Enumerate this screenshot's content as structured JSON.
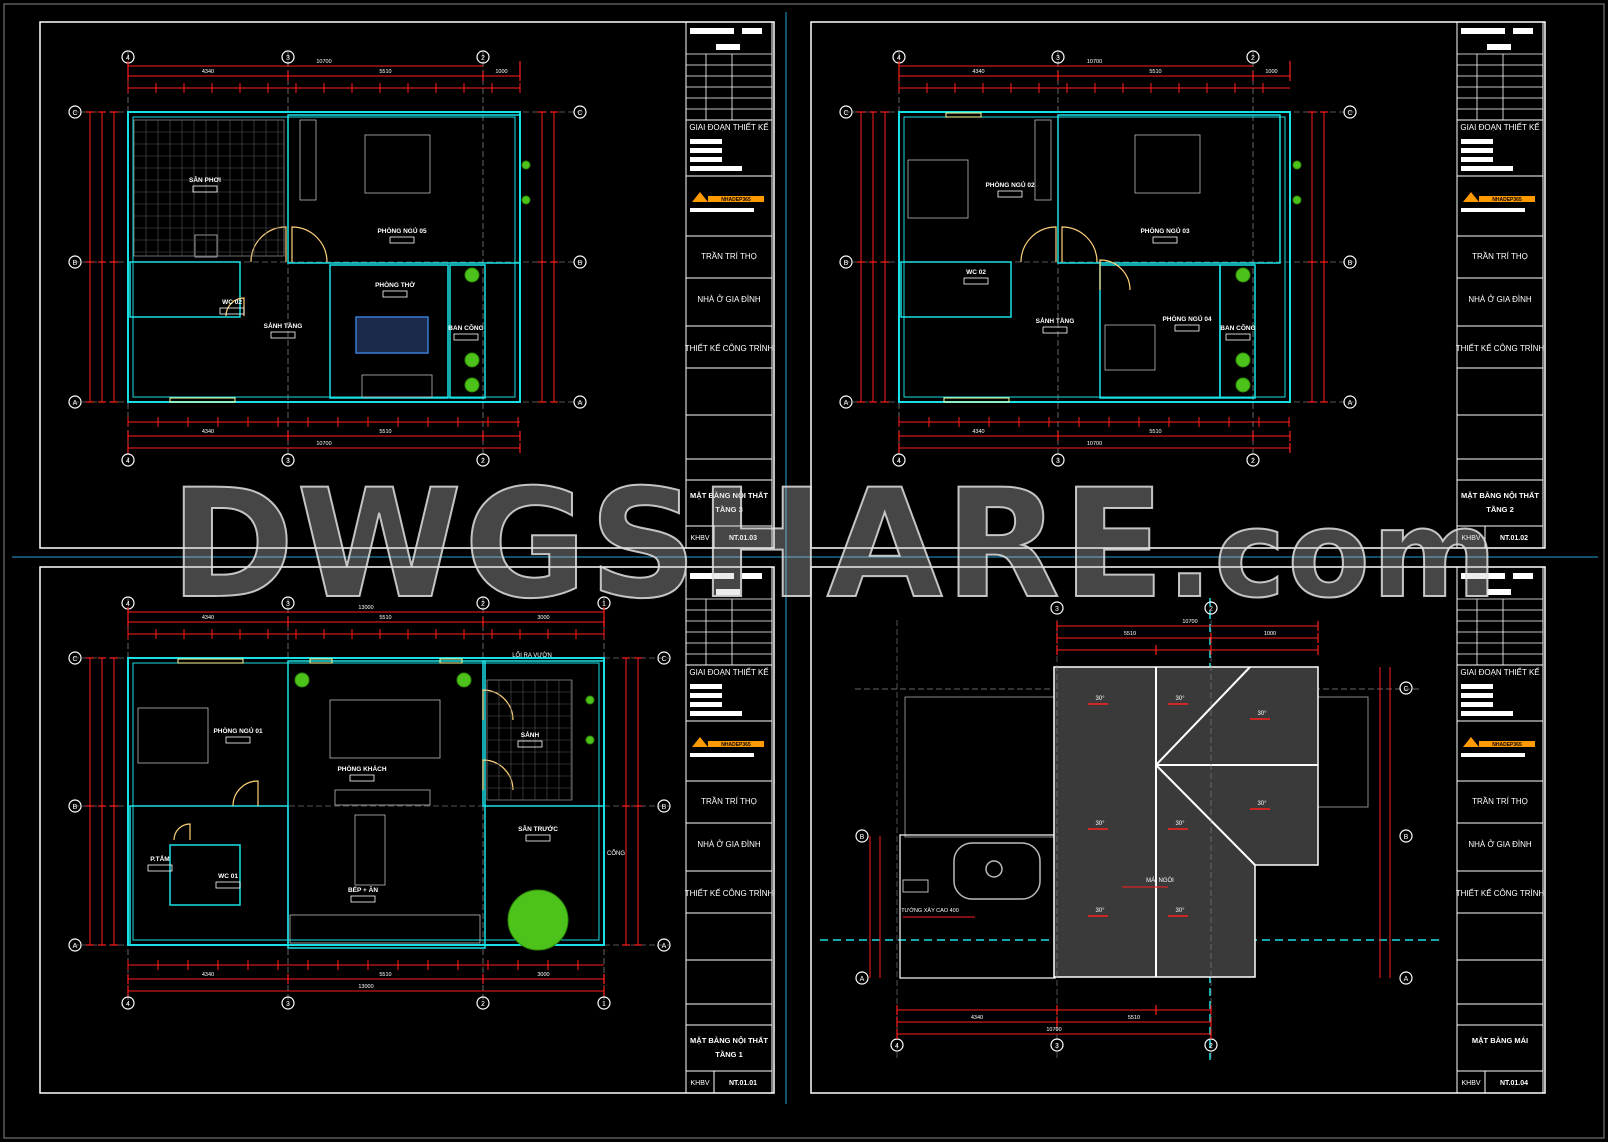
{
  "colors": {
    "background": "#000000",
    "wall": "#19e0e6",
    "dimension": "#ff1e1e",
    "frame": "#ffffff",
    "door": "#ffd27a",
    "plant": "#4cc21a",
    "logo": "#ff9a00",
    "split": "#2a9fd6"
  },
  "watermark": {
    "main": "DWGSHARE",
    "suffix": ".com"
  },
  "title_block": {
    "stage_label": "GIAI ĐOẠN THIẾT KẾ",
    "designer": "TRẦN TRÍ THỌ",
    "project": "NHÀ Ở GIA ĐÌNH",
    "work": "THIẾT KẾ CÔNG TRÌNH",
    "sheet_prefix": "KHBV",
    "logo_text": "NHADEP365"
  },
  "sheets": [
    {
      "id": "floor3",
      "title_line1": "MẶT BẰNG NỘI THẤT",
      "title_line2": "TẦNG 3",
      "code": "NT.01.03",
      "rooms": [
        "SÂN PHƠI",
        "PHÒNG NGỦ 05",
        "WC 02",
        "SẢNH TẦNG",
        "PHÒNG THỜ",
        "BAN CÔNG"
      ],
      "dims_top": [
        "10700",
        "4340",
        "5510",
        "1000"
      ],
      "dims_bottom": [
        "10700",
        "4340",
        "5510"
      ],
      "grid_cols": [
        "4",
        "3",
        "2"
      ],
      "grid_rows": [
        "C",
        "B",
        "A"
      ]
    },
    {
      "id": "floor2",
      "title_line1": "MẶT BẰNG NỘI THẤT",
      "title_line2": "TẦNG 2",
      "code": "NT.01.02",
      "rooms": [
        "PHÒNG NGỦ 02",
        "PHÒNG NGỦ 03",
        "WC 02",
        "SẢNH TẦNG",
        "PHÒNG NGỦ 04",
        "BAN CÔNG"
      ],
      "dims_top": [
        "10700",
        "4340",
        "5510",
        "1000"
      ],
      "dims_bottom": [
        "10700",
        "4340",
        "5510"
      ],
      "grid_cols": [
        "4",
        "3",
        "2"
      ],
      "grid_rows": [
        "C",
        "B",
        "A"
      ]
    },
    {
      "id": "floor1",
      "title_line1": "MẶT BẰNG NỘI THẤT",
      "title_line2": "TẦNG 1",
      "code": "NT.01.01",
      "rooms": [
        "PHÒNG NGỦ 01",
        "PHÒNG KHÁCH",
        "SẢNH",
        "SÂN TRƯỚC",
        "P.TẮM",
        "WC 01",
        "BẾP + ĂN"
      ],
      "extra": [
        "LỐI RA VƯỜN",
        "CỔNG"
      ],
      "dims_top": [
        "13000",
        "4340",
        "5510",
        "3000"
      ],
      "dims_bottom": [
        "13000",
        "4340",
        "5510",
        "3000"
      ],
      "grid_cols": [
        "4",
        "3",
        "2",
        "1"
      ],
      "grid_rows": [
        "C",
        "B",
        "A"
      ]
    },
    {
      "id": "roof",
      "title_line1": "MẶT BẰNG MÁI",
      "title_line2": "",
      "code": "NT.01.04",
      "rooms": [
        "MÁI NGÓI",
        "TƯỜNG XÂY CAO 400"
      ],
      "slopes": [
        "30°",
        "30°",
        "30°",
        "30°",
        "30°",
        "30°",
        "30°",
        "30°"
      ],
      "dims_top": [
        "10700",
        "5510",
        "1000"
      ],
      "dims_bottom": [
        "10700",
        "4340",
        "5510"
      ],
      "grid_cols": [
        "3",
        "2"
      ],
      "grid_rows": [
        "C",
        "B",
        "A"
      ]
    }
  ]
}
